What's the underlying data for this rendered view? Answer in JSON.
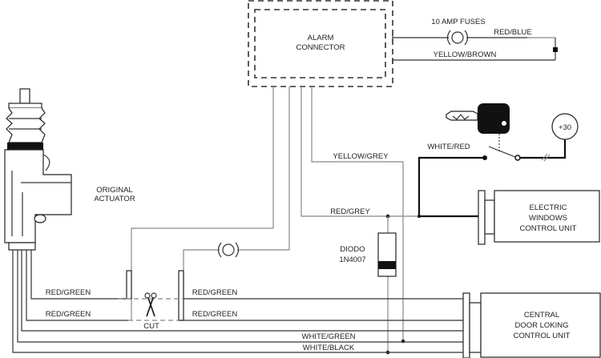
{
  "alarm_connector": {
    "line1": "ALARM",
    "line2": "CONNECTOR"
  },
  "fuses_label": "10 AMP FUSES",
  "wires": {
    "red_blue": "RED/BLUE",
    "yellow_brown": "YELLOW/BROWN",
    "yellow_grey": "YELLOW/GREY",
    "white_red": "WHITE/RED",
    "red_grey": "RED/GREY",
    "red_green_left_top": "RED/GREEN",
    "red_green_left_bottom": "RED/GREEN",
    "red_green_right_top": "RED/GREEN",
    "red_green_right_bottom": "RED/GREEN",
    "white_green": "WHITE/GREEN",
    "white_black": "WHITE/BLACK"
  },
  "actuator": {
    "line1": "ORIGINAL",
    "line2": "ACTUATOR"
  },
  "cut_label": "CUT",
  "diode": {
    "line1": "DIODO",
    "line2": "1N4007"
  },
  "power_label": "+30",
  "windows_unit": {
    "line1": "ELECTRIC",
    "line2": "WINDOWS",
    "line3": "CONTROL UNIT"
  },
  "door_unit": {
    "line1": "CENTRAL",
    "line2": "DOOR LOKING",
    "line3": "CONTROL UNIT"
  }
}
